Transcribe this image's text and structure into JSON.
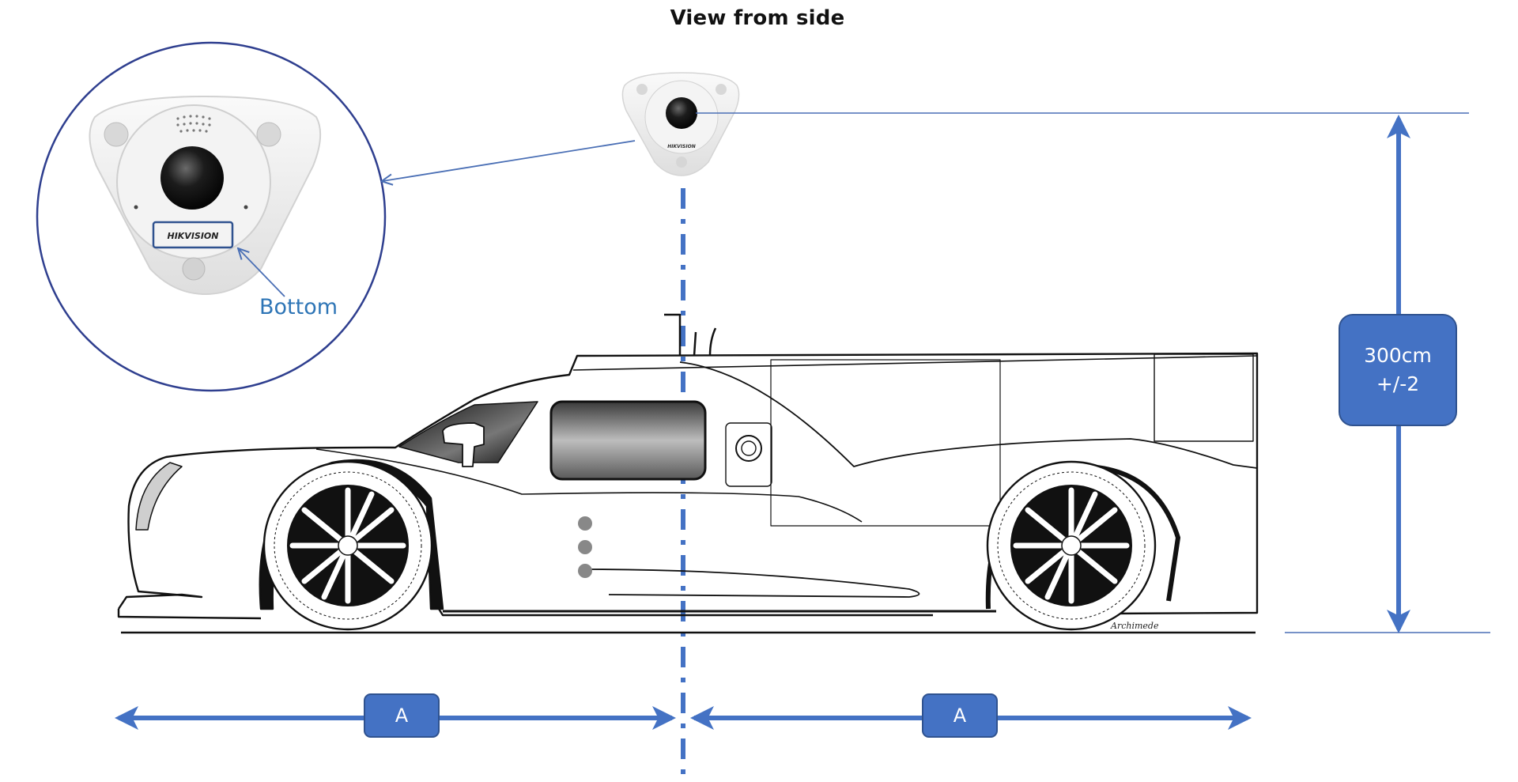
{
  "title": "View from side",
  "zoom_callout": {
    "label": "Bottom",
    "camera_brand": "HIKVISION"
  },
  "camera": {
    "brand": "HIKVISION",
    "type": "fisheye-camera"
  },
  "dimensions": {
    "height_label_line1": "300cm",
    "height_label_line2": "+/-2",
    "left_distance_label": "A",
    "right_distance_label": "A"
  },
  "car": {
    "artist_signature": "Archimede"
  },
  "colors": {
    "accent_blue": "#4472c4",
    "box_border": "#2f528f",
    "callout_circle": "#2f3f8f",
    "label_blue": "#2e75b6",
    "line_black": "#111111"
  }
}
